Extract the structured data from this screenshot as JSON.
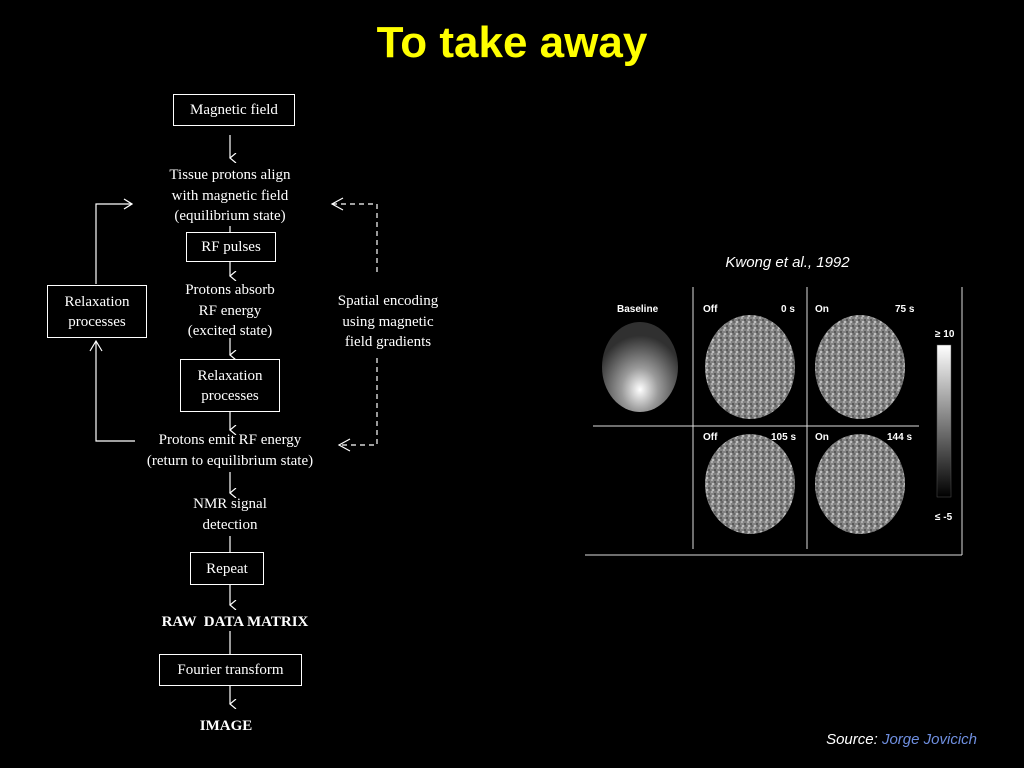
{
  "title": "To take away",
  "flow": {
    "magnetic_field": "Magnetic field",
    "protons_align": "Tissue protons align\nwith magnetic field\n(equilibrium state)",
    "rf_pulses": "RF pulses",
    "protons_absorb": "Protons absorb\nRF energy\n(excited state)",
    "relaxation_center": "Relaxation\nprocesses",
    "protons_emit": "Protons emit RF energy\n(return to equilibrium state)",
    "nmr_signal": "NMR signal\ndetection",
    "repeat": "Repeat",
    "raw_data": "RAW  DATA MATRIX",
    "fourier": "Fourier transform",
    "image": "IMAGE",
    "relaxation_left": "Relaxation\nprocesses",
    "spatial_encoding": "Spatial encoding\nusing magnetic\nfield gradients"
  },
  "citation": "Kwong et al., 1992",
  "figure": {
    "panels": [
      {
        "label": "Baseline",
        "time": ""
      },
      {
        "label": "Off",
        "time": "0 s"
      },
      {
        "label": "On",
        "time": "75 s"
      },
      {
        "label": "Off",
        "time": "105 s"
      },
      {
        "label": "On",
        "time": "144 s"
      }
    ],
    "scale_max": "≥ 10",
    "scale_min": "≤ -5"
  },
  "source": {
    "prefix": "Source: ",
    "author": "Jorge Jovicich"
  }
}
